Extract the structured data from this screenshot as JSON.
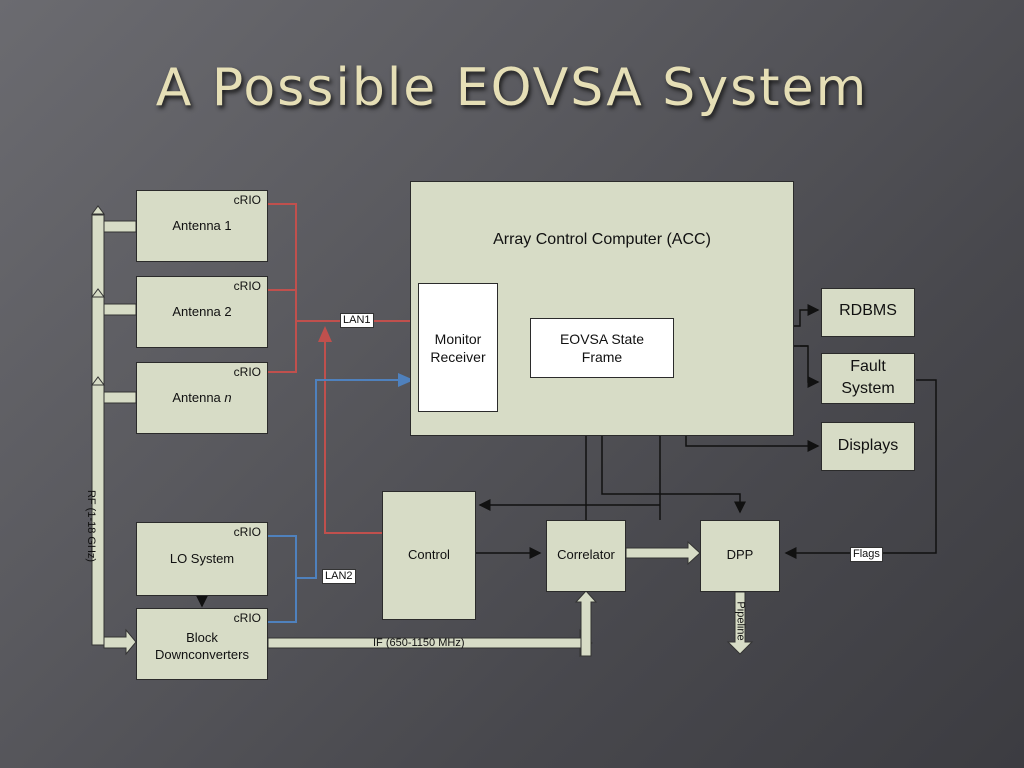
{
  "title": "A Possible EOVSA System",
  "boxes": {
    "antenna1": "Antenna 1",
    "antenna2": "Antenna 2",
    "antennan_prefix": "Antenna ",
    "antennan_suffix": "n",
    "crio": "cRIO",
    "lo_system": "LO System",
    "block_line1": "Block",
    "block_line2": "Downconverters",
    "acc": "Array Control Computer (ACC)",
    "monitor_line1": "Monitor",
    "monitor_line2": "Receiver",
    "state_line1": "EOVSA State",
    "state_line2": "Frame",
    "rdbms": "RDBMS",
    "fault_line1": "Fault",
    "fault_line2": "System",
    "displays": "Displays",
    "control": "Control",
    "correlator": "Correlator",
    "dpp": "DPP"
  },
  "labels": {
    "lan1": "LAN1",
    "lan2": "LAN2",
    "rf": "RF (1-18 GHz)",
    "if": "IF (650-1150 MHz)",
    "flags": "Flags",
    "pipeline": "Pipeline"
  },
  "colors": {
    "lan1_line": "#c0504d",
    "lan2_line": "#4f81bd",
    "box_fill": "#d7dcc6",
    "title": "#e6dfb6"
  }
}
